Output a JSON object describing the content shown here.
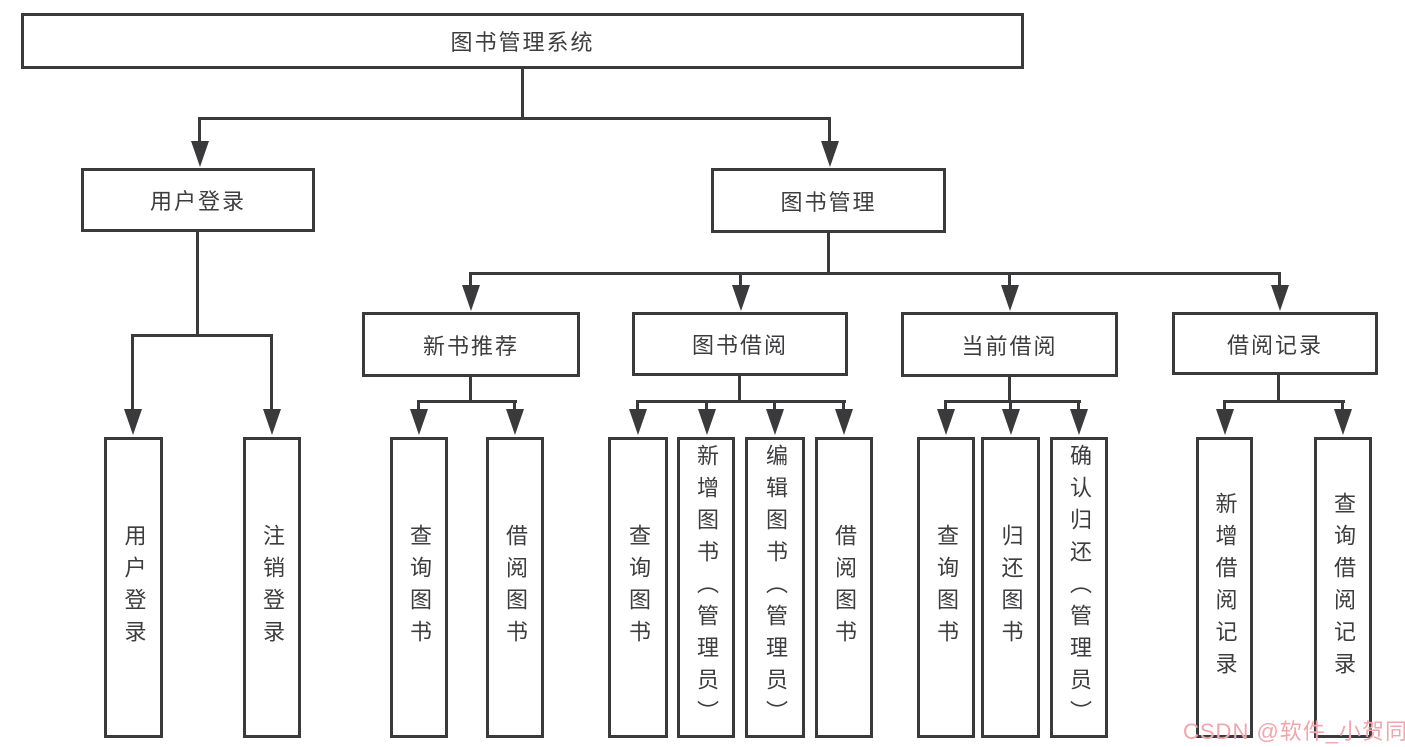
{
  "diagram": {
    "title": "图书管理系统",
    "nodes": [
      {
        "id": "root",
        "label": "图书管理系统",
        "level": 1,
        "orientation": "horizontal",
        "parent": null
      },
      {
        "id": "user-login",
        "label": "用户登录",
        "level": 2,
        "orientation": "horizontal",
        "parent": "root"
      },
      {
        "id": "book-management",
        "label": "图书管理",
        "level": 2,
        "orientation": "horizontal",
        "parent": "root"
      },
      {
        "id": "new-book-recommend",
        "label": "新书推荐",
        "level": 3,
        "orientation": "horizontal",
        "parent": "book-management"
      },
      {
        "id": "book-borrowing",
        "label": "图书借阅",
        "level": 3,
        "orientation": "horizontal",
        "parent": "book-management"
      },
      {
        "id": "current-borrowing",
        "label": "当前借阅",
        "level": 3,
        "orientation": "horizontal",
        "parent": "book-management"
      },
      {
        "id": "borrowing-records",
        "label": "借阅记录",
        "level": 3,
        "orientation": "horizontal",
        "parent": "book-management"
      },
      {
        "id": "user-login-action",
        "label": "用户登录",
        "level": 4,
        "orientation": "vertical",
        "parent": "user-login"
      },
      {
        "id": "logout-action",
        "label": "注销登录",
        "level": 4,
        "orientation": "vertical",
        "parent": "user-login"
      },
      {
        "id": "query-books-recommend",
        "label": "查询图书",
        "level": 4,
        "orientation": "vertical",
        "parent": "new-book-recommend"
      },
      {
        "id": "borrow-books-recommend",
        "label": "借阅图书",
        "level": 4,
        "orientation": "vertical",
        "parent": "new-book-recommend"
      },
      {
        "id": "query-books-borrowing",
        "label": "查询图书",
        "level": 4,
        "orientation": "vertical",
        "parent": "book-borrowing"
      },
      {
        "id": "add-books-admin",
        "label": "新增图书（管理员）",
        "level": 4,
        "orientation": "vertical",
        "parent": "book-borrowing"
      },
      {
        "id": "edit-books-admin",
        "label": "编辑图书（管理员）",
        "level": 4,
        "orientation": "vertical",
        "parent": "book-borrowing"
      },
      {
        "id": "borrow-books-action",
        "label": "借阅图书",
        "level": 4,
        "orientation": "vertical",
        "parent": "book-borrowing"
      },
      {
        "id": "query-books-current",
        "label": "查询图书",
        "level": 4,
        "orientation": "vertical",
        "parent": "current-borrowing"
      },
      {
        "id": "return-books",
        "label": "归还图书",
        "level": 4,
        "orientation": "vertical",
        "parent": "current-borrowing"
      },
      {
        "id": "confirm-return-admin",
        "label": "确认归还（管理员）",
        "level": 4,
        "orientation": "vertical",
        "parent": "current-borrowing"
      },
      {
        "id": "add-borrow-record",
        "label": "新增借阅记录",
        "level": 4,
        "orientation": "vertical",
        "parent": "borrowing-records"
      },
      {
        "id": "query-borrow-record",
        "label": "查询借阅记录",
        "level": 4,
        "orientation": "vertical",
        "parent": "borrowing-records"
      }
    ]
  },
  "watermark": {
    "text": "CSDN @软件_小贺同学"
  },
  "colors": {
    "line": "#3a3a3c",
    "box_border": "#3a3a3c",
    "text": "#3d3d3f",
    "background": "#ffffff",
    "watermark": "#f0a6ac"
  }
}
